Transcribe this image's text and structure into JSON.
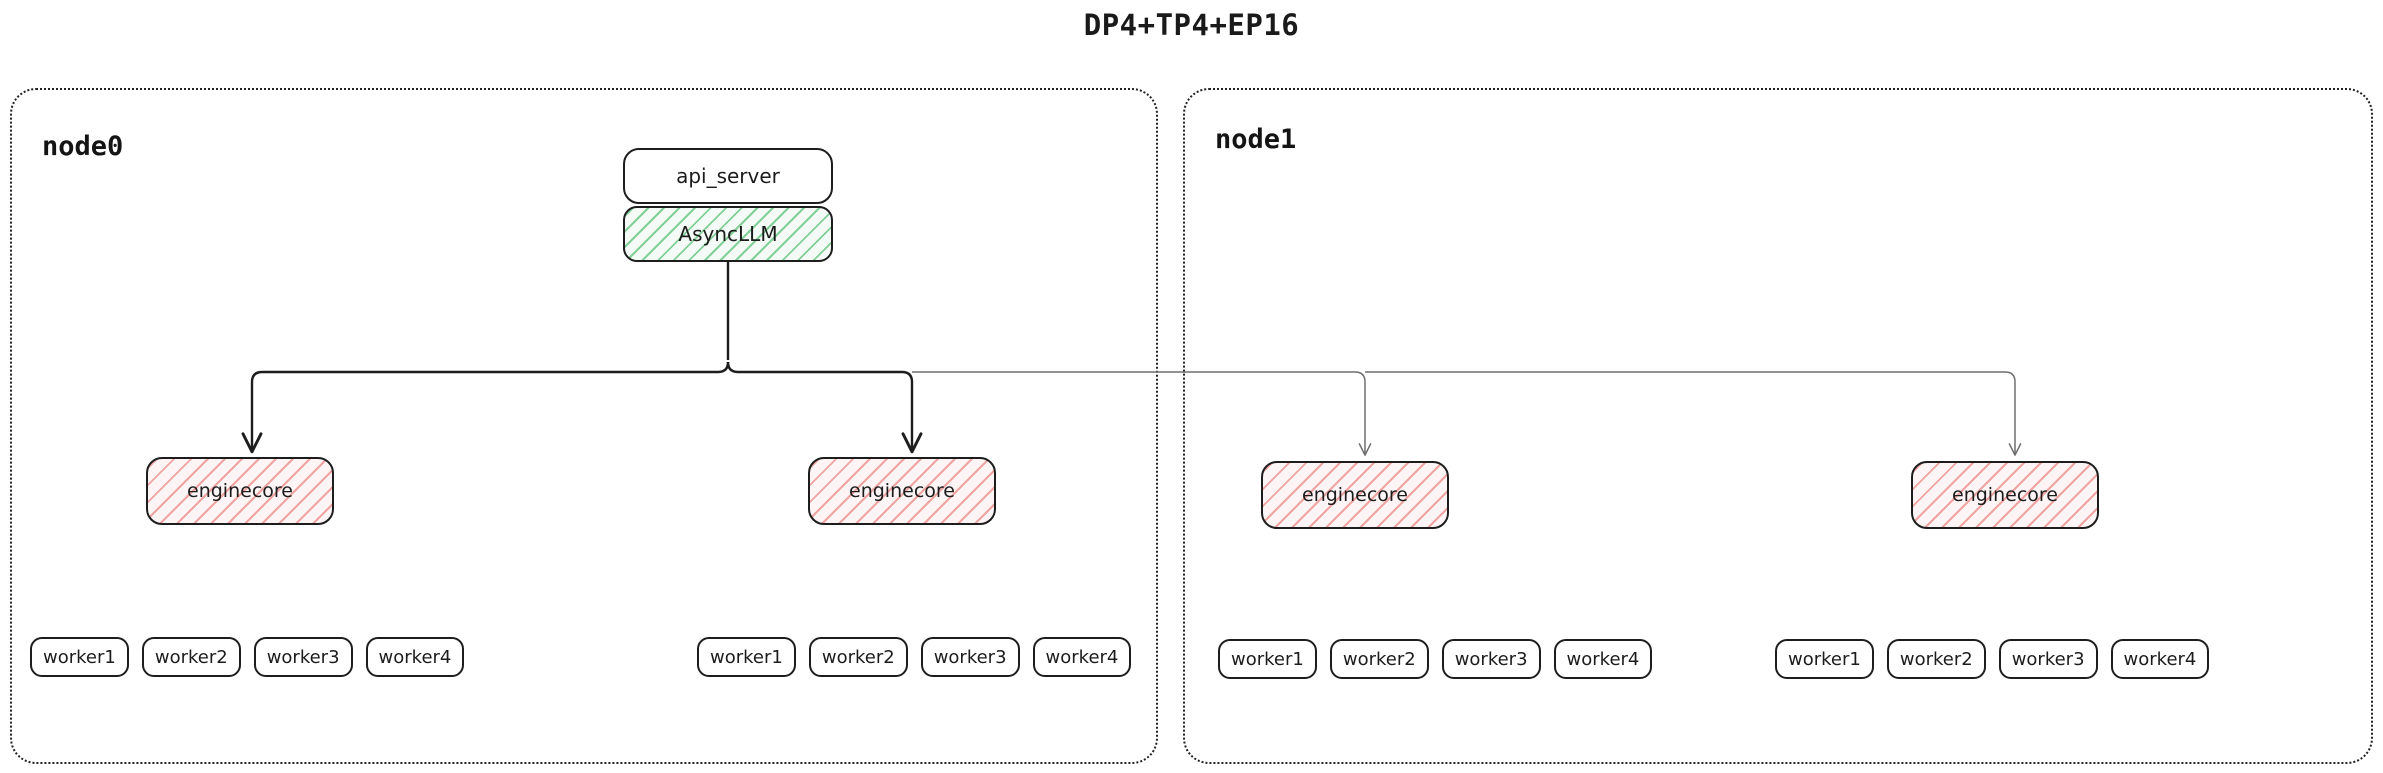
{
  "title": "DP4+TP4+EP16",
  "colors": {
    "stroke_dark": "#1d1d1d",
    "stroke_light": "#6e6e6e",
    "hatch_green": "#7cce92",
    "hatch_pink": "#ee9693",
    "asyncllm_fill": "#f4fbf6",
    "enginecore_fill": "#fdf5f5",
    "container_border": "#222222",
    "background": "#ffffff"
  },
  "nodes": [
    {
      "label": "node0",
      "boxes": {
        "api_server": "api_server",
        "async_llm": "AsyncLLM"
      },
      "enginecores": [
        {
          "label": "enginecore",
          "workers": [
            "worker1",
            "worker2",
            "worker3",
            "worker4"
          ]
        },
        {
          "label": "enginecore",
          "workers": [
            "worker1",
            "worker2",
            "worker3",
            "worker4"
          ]
        }
      ]
    },
    {
      "label": "node1",
      "enginecores": [
        {
          "label": "enginecore",
          "workers": [
            "worker1",
            "worker2",
            "worker3",
            "worker4"
          ]
        },
        {
          "label": "enginecore",
          "workers": [
            "worker1",
            "worker2",
            "worker3",
            "worker4"
          ]
        }
      ]
    }
  ]
}
